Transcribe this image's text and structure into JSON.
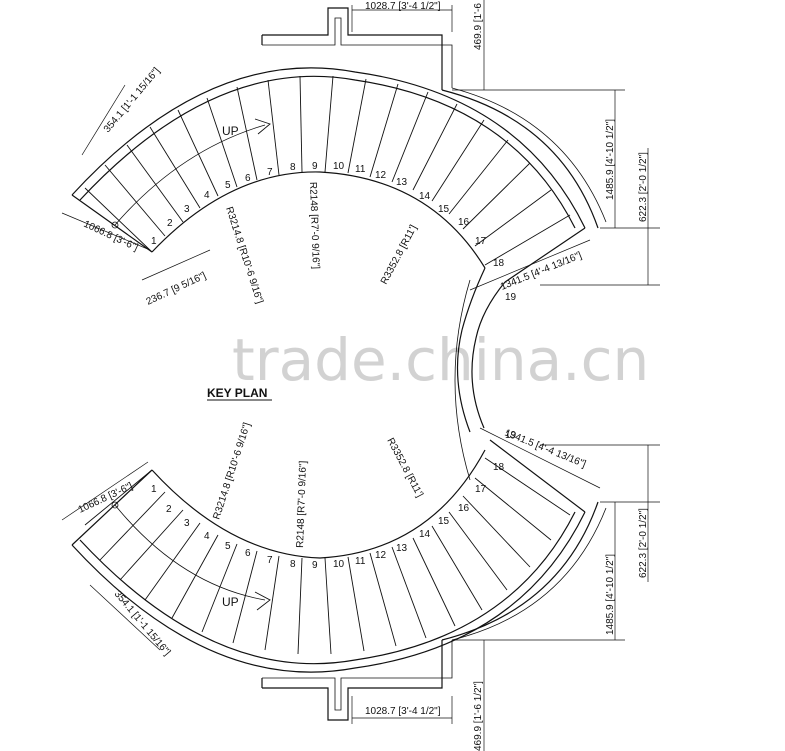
{
  "key_plan": {
    "title": "KEY PLAN",
    "watermark": "trade.china.cn"
  },
  "upper": {
    "up_label": "UP",
    "steps": [
      "1",
      "2",
      "3",
      "4",
      "5",
      "6",
      "7",
      "8",
      "9",
      "10",
      "11",
      "12",
      "13",
      "14",
      "15",
      "16",
      "17",
      "18",
      "19"
    ],
    "dims": {
      "top_width": "1028.7 [3'-4 1/2\"]",
      "top_depth": "469.9 [1'-6",
      "outer_arc": "354.1 [1'-1 15/16\"]",
      "left_width": "1066.8 [3'-6\"]",
      "bottom_tread": "236.7 [9 5/16\"]",
      "inner_radius": "R3214.8 [R10'-6 9/16\"]",
      "center_radius": "R2148 [R7'-0 9/16\"]",
      "outer_radius": "R3352.8 [R11']",
      "right_height": "1485.9 [4'-10 1/2\"]",
      "right_small": "622.3 [2'-0 1/2\"]",
      "right_bottom": "1341.5 [4'-4 13/16\"]"
    }
  },
  "lower": {
    "up_label": "UP",
    "steps": [
      "1",
      "2",
      "3",
      "4",
      "5",
      "6",
      "7",
      "8",
      "9",
      "10",
      "11",
      "12",
      "13",
      "14",
      "15",
      "16",
      "17",
      "18",
      "19"
    ],
    "dims": {
      "bottom_width": "1028.7 [3'-4 1/2\"]",
      "bottom_depth": "469.9 [1'-6 1/2\"]",
      "outer_arc": "354.1 [1'-1 15/16\"]",
      "left_width": "1066.8 [3'-6\"]",
      "inner_radius": "R3214.8 [R10'-6 9/16\"]",
      "center_radius": "R2148 [R7'-0 9/16\"]",
      "outer_radius": "R3352.8 [R11']",
      "right_height": "1485.9 [4'-10 1/2\"]",
      "right_small": "622.3 [2'-0 1/2\"]",
      "right_top": "1341.5 [4'-4 13/16\"]"
    }
  }
}
